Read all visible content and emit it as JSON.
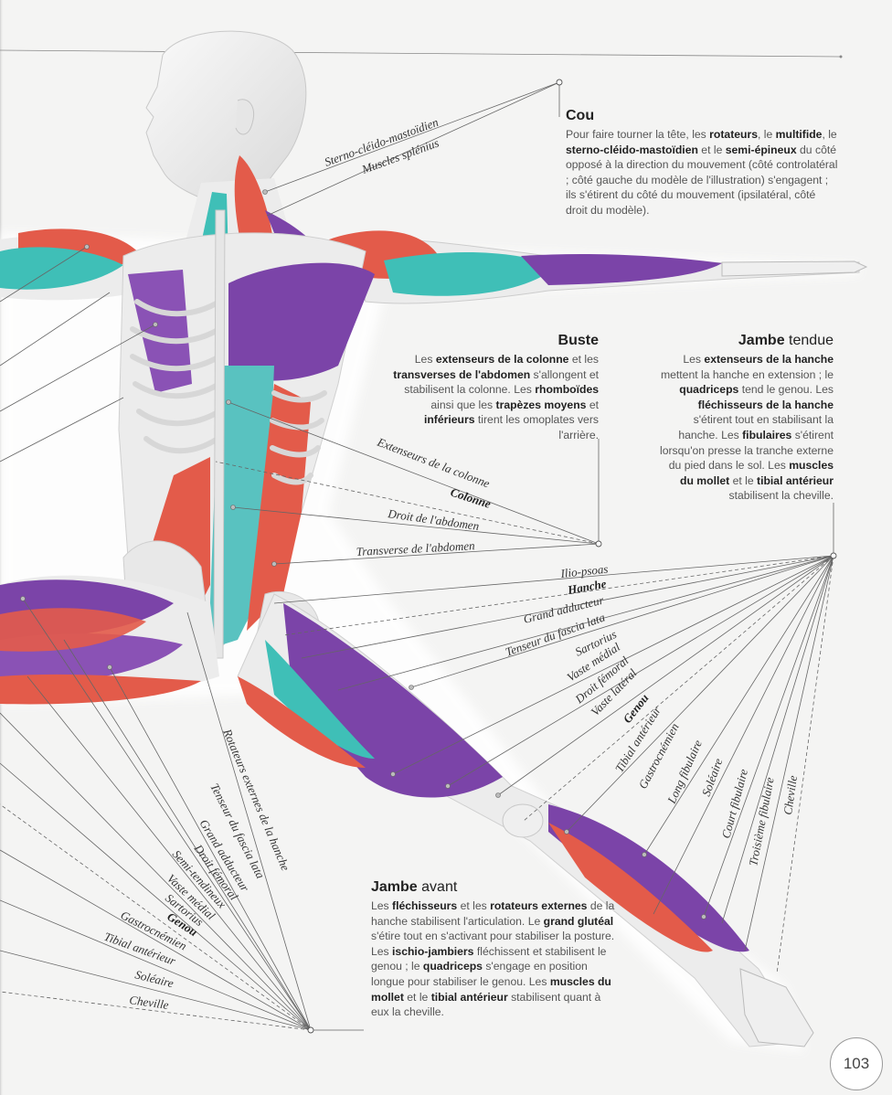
{
  "sections": {
    "cou": {
      "title_bold": "Cou",
      "title_rest": "",
      "parts": [
        {
          "t": "Pour faire tourner la tête, les ",
          "b": false
        },
        {
          "t": "rotateurs",
          "b": true
        },
        {
          "t": ", le ",
          "b": false
        },
        {
          "t": "multifide",
          "b": true
        },
        {
          "t": ", le ",
          "b": false
        },
        {
          "t": "sterno-cléido-mastoïdien",
          "b": true
        },
        {
          "t": " et le ",
          "b": false
        },
        {
          "t": "semi-épineux",
          "b": true
        },
        {
          "t": " du côté opposé à la direction du mouvement (côté controlatéral ; côté gauche du modèle de l'illustration) s'engagent ; ils s'étirent du côté du mouvement (ipsilatéral, côté droit du modèle).",
          "b": false
        }
      ]
    },
    "buste": {
      "title_bold": "Buste",
      "title_rest": "",
      "parts": [
        {
          "t": "Les ",
          "b": false
        },
        {
          "t": "extenseurs de la colonne",
          "b": true
        },
        {
          "t": " et les ",
          "b": false
        },
        {
          "t": "transverses de l'abdomen",
          "b": true
        },
        {
          "t": " s'allongent et stabilisent la colonne. Les ",
          "b": false
        },
        {
          "t": "rhomboïdes",
          "b": true
        },
        {
          "t": " ainsi que les ",
          "b": false
        },
        {
          "t": "trapèzes moyens",
          "b": true
        },
        {
          "t": " et ",
          "b": false
        },
        {
          "t": "inférieurs",
          "b": true
        },
        {
          "t": " tirent les omoplates vers l'arrière.",
          "b": false
        }
      ]
    },
    "jambe_tendue": {
      "title_bold": "Jambe",
      "title_rest": " tendue",
      "parts": [
        {
          "t": "Les ",
          "b": false
        },
        {
          "t": "extenseurs de la hanche",
          "b": true
        },
        {
          "t": " mettent la hanche en extension ; le ",
          "b": false
        },
        {
          "t": "quadriceps",
          "b": true
        },
        {
          "t": " tend le genou. Les ",
          "b": false
        },
        {
          "t": "fléchisseurs de la hanche",
          "b": true
        },
        {
          "t": " s'étirent tout en stabilisant la hanche. Les ",
          "b": false
        },
        {
          "t": "fibulaires",
          "b": true
        },
        {
          "t": " s'étirent lorsqu'on presse la tranche externe du pied dans le sol. Les ",
          "b": false
        },
        {
          "t": "muscles du mollet",
          "b": true
        },
        {
          "t": " et le ",
          "b": false
        },
        {
          "t": "tibial antérieur",
          "b": true
        },
        {
          "t": " stabilisent la cheville.",
          "b": false
        }
      ]
    },
    "jambe_avant": {
      "title_bold": "Jambe",
      "title_rest": " avant",
      "parts": [
        {
          "t": "Les ",
          "b": false
        },
        {
          "t": "fléchisseurs",
          "b": true
        },
        {
          "t": " et les ",
          "b": false
        },
        {
          "t": "rotateurs externes",
          "b": true
        },
        {
          "t": " de la hanche stabilisent l'articulation. Le ",
          "b": false
        },
        {
          "t": "grand glutéal",
          "b": true
        },
        {
          "t": " s'étire tout en s'activant pour stabiliser la posture. Les ",
          "b": false
        },
        {
          "t": "ischio-jambiers",
          "b": true
        },
        {
          "t": " fléchissent et stabilisent le genou ; le ",
          "b": false
        },
        {
          "t": "quadriceps",
          "b": true
        },
        {
          "t": " s'engage en position longue pour stabiliser le genou. Les ",
          "b": false
        },
        {
          "t": "muscles du mollet",
          "b": true
        },
        {
          "t": " et le ",
          "b": false
        },
        {
          "t": "tibial antérieur",
          "b": true
        },
        {
          "t": " stabilisent quant à eux la cheville.",
          "b": false
        }
      ]
    }
  },
  "labels": {
    "neck": [
      "Sterno-cléido-mastoïdien",
      "Muscles splénius"
    ],
    "torso": [
      "Extenseurs de la colonne",
      "Colonne",
      "Droit de l'abdomen",
      "Transverse de l'abdomen"
    ],
    "straight_leg": [
      "Ilio-psoas",
      "Hanche",
      "Grand adducteur",
      "Tenseur du fascia lata",
      "Sartorius",
      "Vaste médial",
      "Droit fémoral",
      "Vaste latéral",
      "Genou",
      "Tibial antérieur",
      "Gastrocnémien",
      "Long fibulaire",
      "Soléaire",
      "Court fibulaire",
      "Troisième fibulaire",
      "Cheville"
    ],
    "front_leg": [
      "Rotateurs externes de la hanche",
      "Tenseur du fascia lata",
      "Grand adducteur",
      "Droit fémoral",
      "Semi-tendineux",
      "Vaste médial",
      "Sartorius",
      "Genou",
      "Gastrocnémien",
      "Tibial antérieur",
      "Soléaire",
      "Cheville"
    ]
  },
  "page_number": "103"
}
